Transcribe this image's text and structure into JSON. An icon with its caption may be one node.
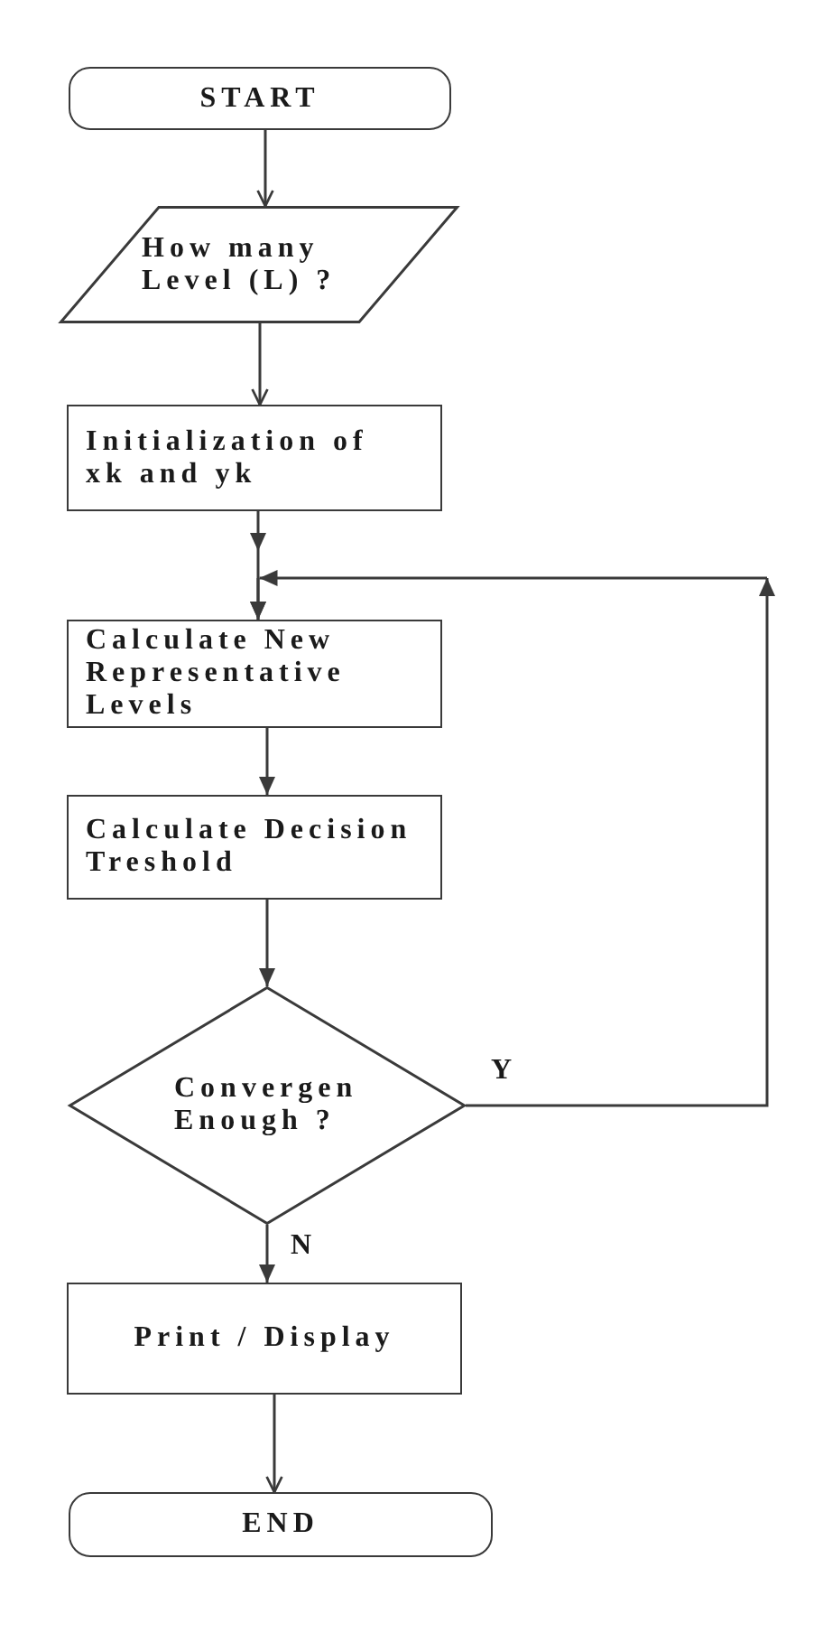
{
  "diagram": {
    "nodes": [
      {
        "text": [
          "START"
        ]
      },
      {
        "text": [
          "How many Level (L) ?"
        ]
      },
      {
        "text": [
          "Initialization of xk and yk"
        ]
      },
      {
        "text": [
          "Calculate New Representative Levels"
        ]
      },
      {
        "text": [
          "Calculate Decision Treshold"
        ]
      },
      {
        "text": [
          "Convergen Enough ?"
        ]
      },
      {
        "text": [
          "Print / Display"
        ]
      },
      {
        "text": [
          "END"
        ]
      }
    ],
    "edges": [
      {
        "from": 0,
        "to": 1,
        "arrow": "to"
      },
      {
        "from": 1,
        "to": 2,
        "arrow": "to"
      },
      {
        "from": 2,
        "to": 3,
        "arrow": "to"
      },
      {
        "from": 3,
        "to": 4,
        "arrow": "to"
      },
      {
        "from": 4,
        "to": 5,
        "arrow": "to"
      },
      {
        "from": 5,
        "to": 3,
        "arrow": "to",
        "label": "Y"
      },
      {
        "from": 5,
        "to": 6,
        "arrow": "to",
        "label": "N"
      },
      {
        "from": 6,
        "to": 7,
        "arrow": "to"
      }
    ]
  }
}
